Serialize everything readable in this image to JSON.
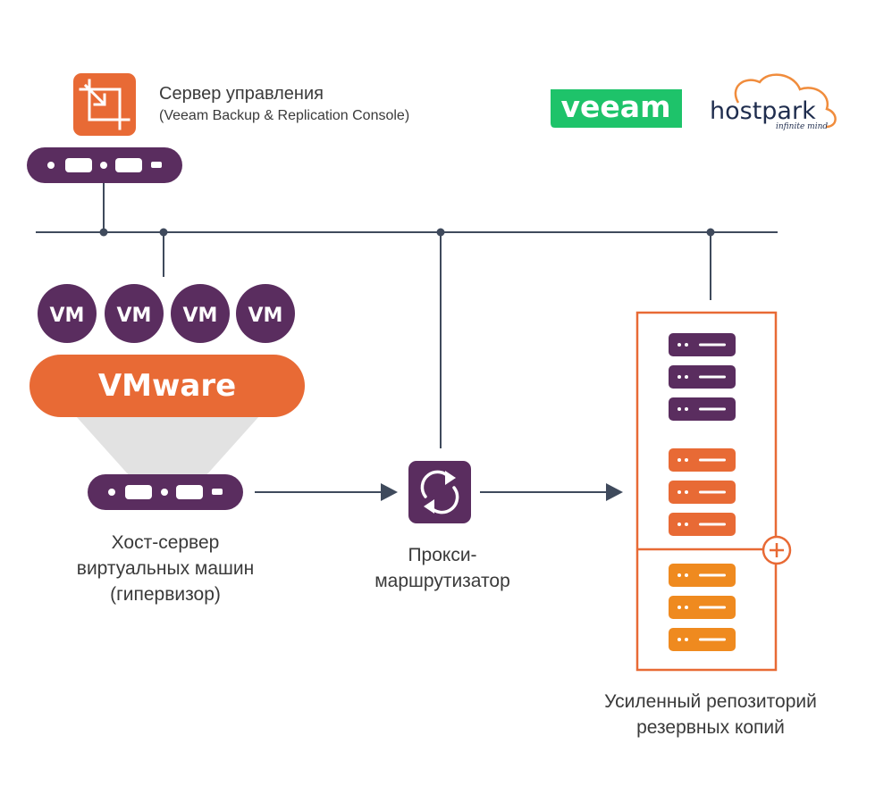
{
  "management_server": {
    "title": "Сервер управления",
    "subtitle": "(Veeam Backup & Replication Console)"
  },
  "logos": {
    "veeam": "veeam",
    "hostpark": "hostpark",
    "hostpark_tagline": "infinite mind"
  },
  "virtualization": {
    "vm_labels": [
      "VM",
      "VM",
      "VM",
      "VM"
    ],
    "platform": "VMware"
  },
  "host_server": {
    "label_lines": [
      "Хост-сервер",
      "виртуальных машин",
      "(гипервизор)"
    ]
  },
  "proxy": {
    "label_lines": [
      "Прокси-",
      "маршрутизатор"
    ]
  },
  "repository": {
    "label_lines": [
      "Усиленный репозиторий",
      "резервных копий"
    ]
  },
  "colors": {
    "purple": "#5a2d5f",
    "orange": "#e86a35",
    "amber": "#ef8a1f",
    "line": "#3f4a5c",
    "veeam_green": "#1ec36a",
    "hostpark_orange": "#f08c3c",
    "hostpark_navy": "#1f2d4e"
  }
}
